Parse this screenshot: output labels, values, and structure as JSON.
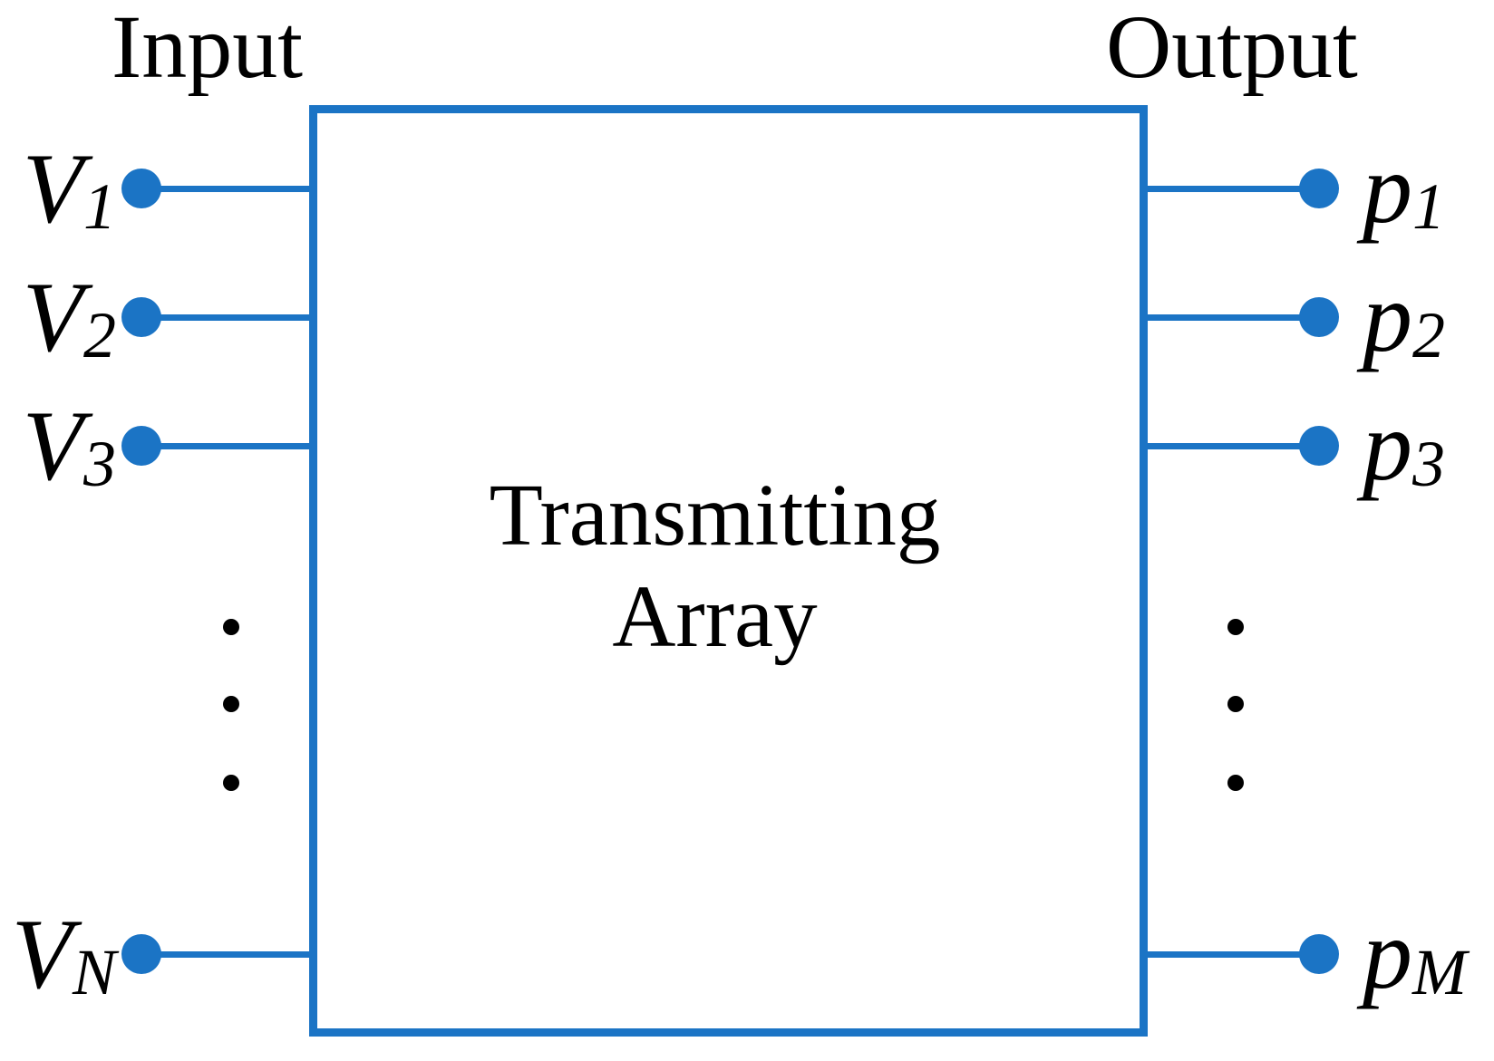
{
  "labels": {
    "input": "Input",
    "output": "Output"
  },
  "box": {
    "title_line1": "Transmitting",
    "title_line2": "Array"
  },
  "ports": {
    "left": [
      {
        "symbol": "V",
        "subscript": "1"
      },
      {
        "symbol": "V",
        "subscript": "2"
      },
      {
        "symbol": "V",
        "subscript": "3"
      },
      {
        "symbol": "V",
        "subscript": "N"
      }
    ],
    "right": [
      {
        "symbol": "p",
        "subscript": "1"
      },
      {
        "symbol": "p",
        "subscript": "2"
      },
      {
        "symbol": "p",
        "subscript": "3"
      },
      {
        "symbol": "p",
        "subscript": "M"
      }
    ]
  },
  "colors": {
    "accent_blue": "#1b74c5",
    "text": "#000000"
  }
}
